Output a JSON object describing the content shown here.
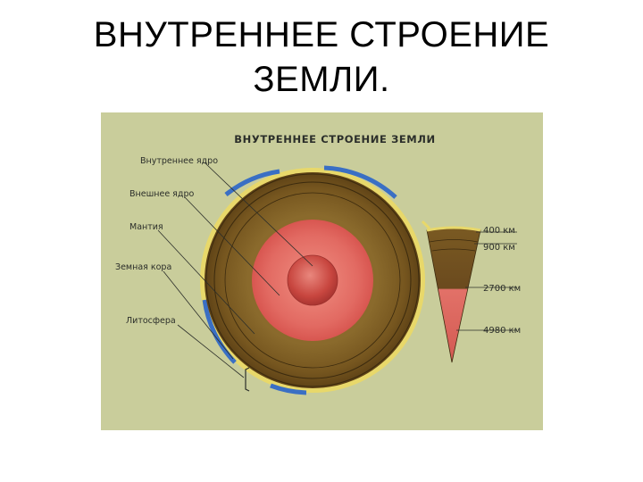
{
  "slide": {
    "title_line1": "ВНУТРЕННЕЕ СТРОЕНИЕ",
    "title_line2": "ЗЕМЛИ."
  },
  "figure": {
    "heading": "ВНУТРЕННЕЕ СТРОЕНИЕ ЗЕМЛИ",
    "labels": {
      "inner_core": "Внутреннее ядро",
      "outer_core": "Внешнее ядро",
      "mantle": "Мантия",
      "crust": "Земная кора",
      "lithosphere": "Литосфера"
    },
    "depths": {
      "d400": "400 км",
      "d900": "900 км",
      "d2700": "2700 км",
      "d4980": "4980 км"
    },
    "colors": {
      "background": "#c9cd9b",
      "crust_yellow": "#e8d86a",
      "ocean_blue": "#3a6fc4",
      "mantle_dark": "#6b4a1e",
      "mantle_light": "#8a6a2c",
      "outer_core": "#e27168",
      "inner_core": "#c8463f"
    }
  }
}
